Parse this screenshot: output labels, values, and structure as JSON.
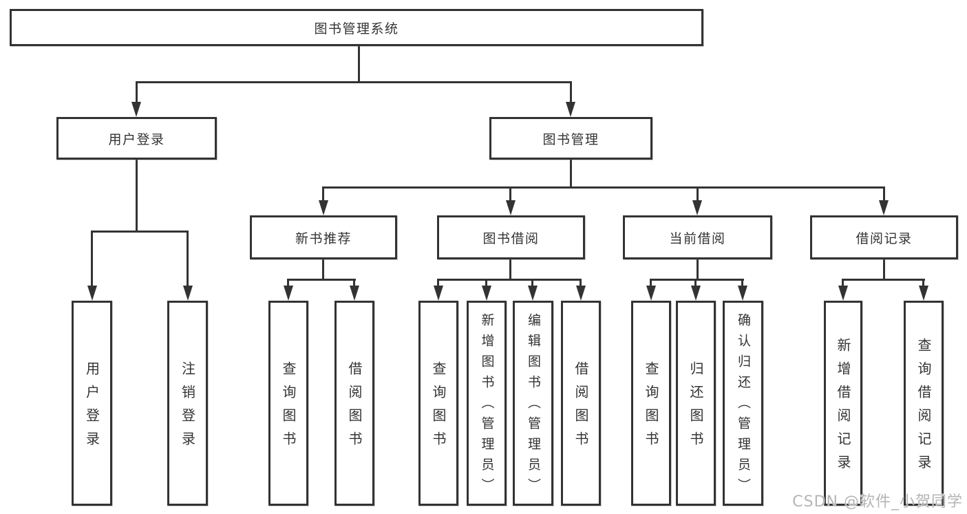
{
  "root": {
    "label": "图书管理系统"
  },
  "user_login": {
    "label": "用户登录",
    "children": [
      {
        "label": "用户登录"
      },
      {
        "label": "注销登录"
      }
    ]
  },
  "book_mgmt": {
    "label": "图书管理",
    "sections": [
      {
        "label": "新书推荐",
        "children": [
          {
            "label": "查询图书"
          },
          {
            "label": "借阅图书"
          }
        ]
      },
      {
        "label": "图书借阅",
        "children": [
          {
            "label": "查询图书"
          },
          {
            "label": "新增图书（管理员）"
          },
          {
            "label": "编辑图书（管理员）"
          },
          {
            "label": "借阅图书"
          }
        ]
      },
      {
        "label": "当前借阅",
        "children": [
          {
            "label": "查询图书"
          },
          {
            "label": "归还图书"
          },
          {
            "label": "确认归还（管理员）"
          }
        ]
      },
      {
        "label": "借阅记录",
        "children": [
          {
            "label": "新增借阅记录"
          },
          {
            "label": "查询借阅记录"
          }
        ]
      }
    ]
  },
  "watermark": "CSDN @软件_小贺同学",
  "colors": {
    "line": "#333333",
    "text": "#333333",
    "watermark": "#b5b5b5",
    "background": "#ffffff"
  }
}
